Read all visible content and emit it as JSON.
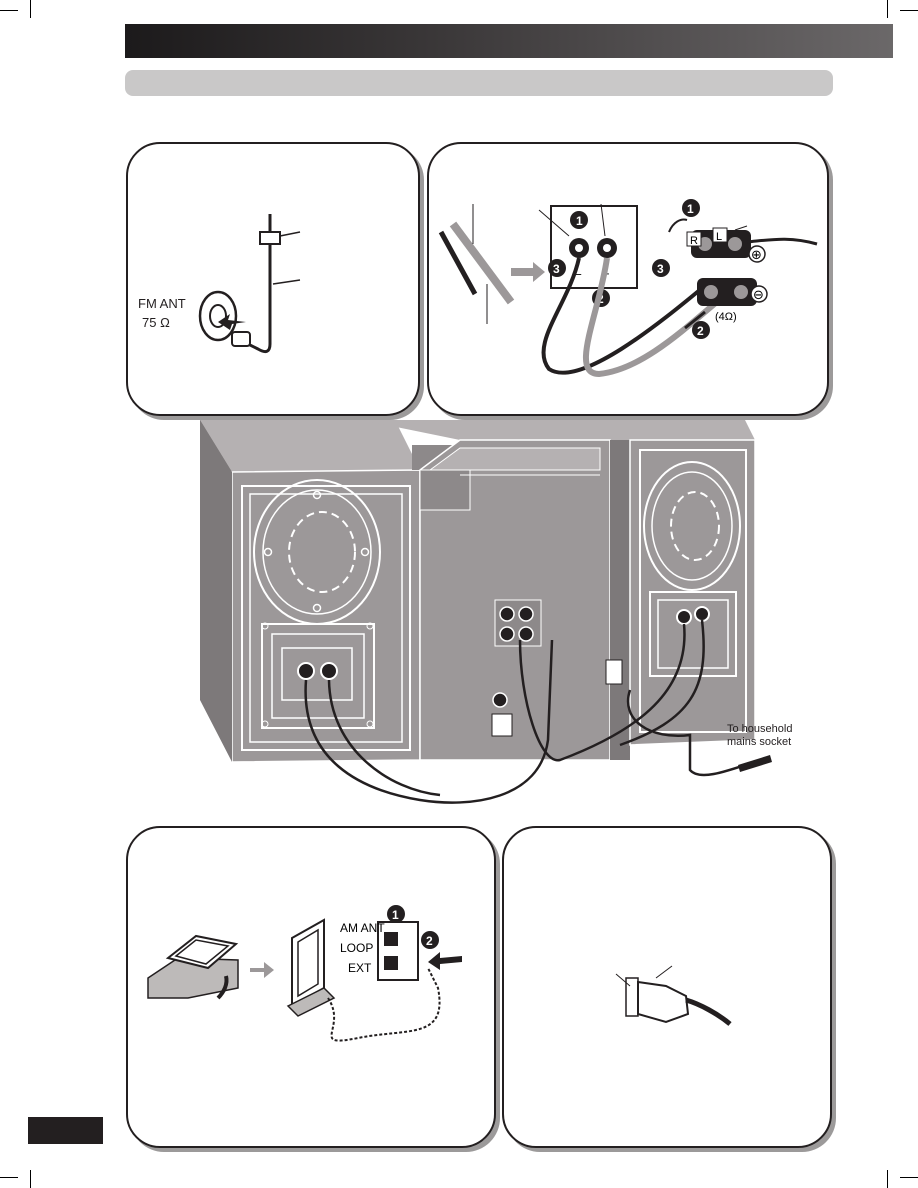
{
  "fm_panel": {
    "jack_label_1": "FM ANT",
    "jack_label_2": "75 Ω"
  },
  "speaker_panel": {
    "step_1": "1",
    "step_2": "2",
    "step_3": "3",
    "terminal_r": "R",
    "terminal_l": "L",
    "minus_sign": "–",
    "plus_sign": "+",
    "plus_symbol": "⊕",
    "minus_symbol": "⊖",
    "impedance": "(4Ω)"
  },
  "main_unit": {
    "mains_label_1": "To household",
    "mains_label_2": "mains socket"
  },
  "am_panel": {
    "label_am_ant": "AM ANT",
    "label_loop": "LOOP",
    "label_ext": "EXT",
    "step_1": "1",
    "step_2": "2"
  },
  "colors": {
    "unit_fill": "#9c9899",
    "unit_dark": "#7d797a",
    "line": "#231f20",
    "header_dark": "#231f20",
    "bar_gray": "#c9c8c8"
  }
}
